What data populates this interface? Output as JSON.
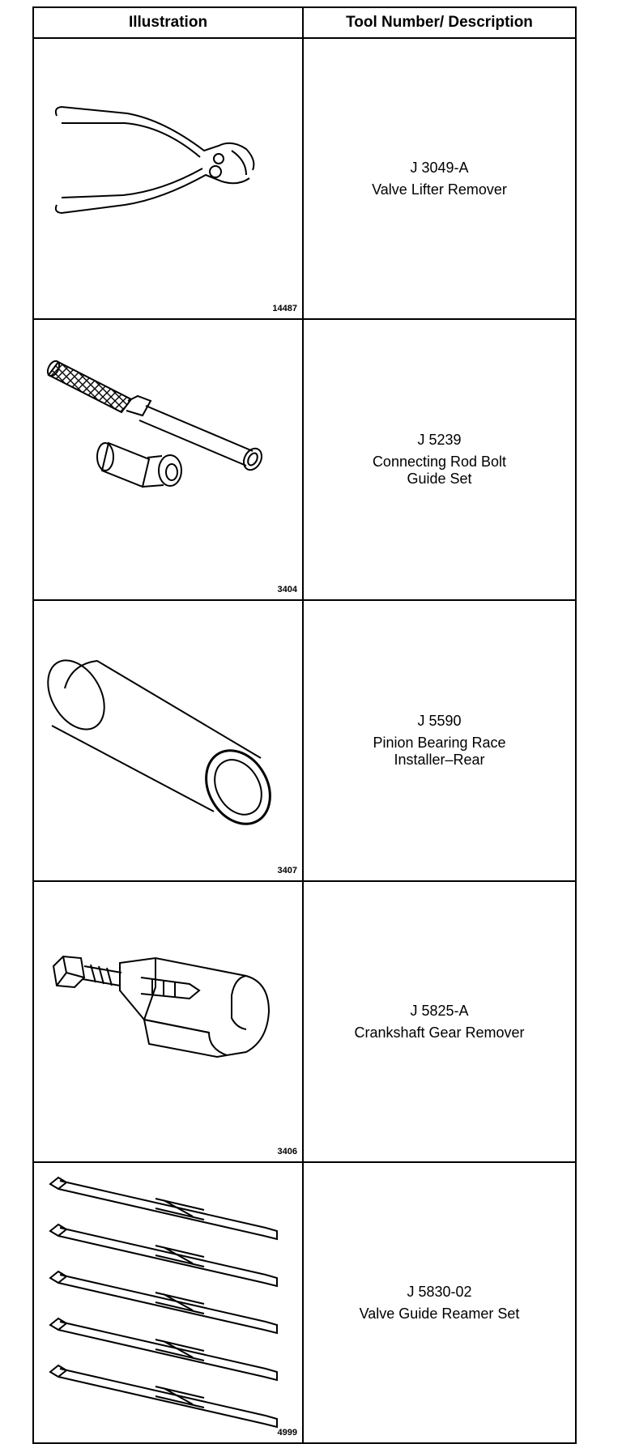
{
  "headers": {
    "illustration": "Illustration",
    "description": "Tool Number/ Description"
  },
  "rows": [
    {
      "figure_number": "14487",
      "tool_number": "J 3049-A",
      "description": "Valve Lifter Remover",
      "icon": "pliers-icon"
    },
    {
      "figure_number": "3404",
      "tool_number": "J 5239",
      "description": "Connecting Rod Bolt\nGuide Set",
      "icon": "bolt-guide-set-icon"
    },
    {
      "figure_number": "3407",
      "tool_number": "J 5590",
      "description": "Pinion Bearing Race\nInstaller–Rear",
      "icon": "bearing-race-installer-icon"
    },
    {
      "figure_number": "3406",
      "tool_number": "J 5825-A",
      "description": "Crankshaft Gear Remover",
      "icon": "gear-puller-icon"
    },
    {
      "figure_number": "4999",
      "tool_number": "J 5830-02",
      "description": "Valve Guide Reamer Set",
      "icon": "reamer-set-icon"
    }
  ]
}
